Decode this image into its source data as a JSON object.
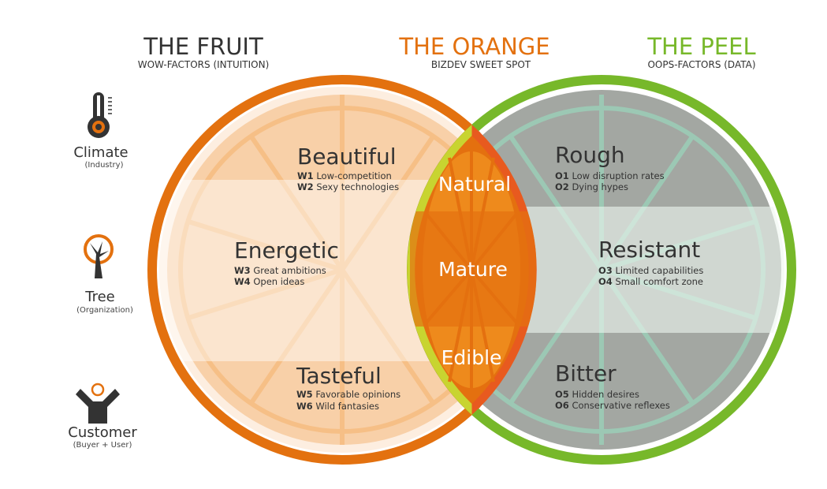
{
  "colors": {
    "orange": "#e3710f",
    "green": "#77b82a",
    "fruit": "#f8d0a8",
    "peel": "#a3a7a2",
    "lens": "#e4700f",
    "text": "#333333"
  },
  "headers": [
    {
      "title": "THE FRUIT",
      "subtitle": "WOW-FACTORS (INTUITION)"
    },
    {
      "title": "THE ORANGE",
      "subtitle": "BIZDEV SWEET SPOT"
    },
    {
      "title": "THE PEEL",
      "subtitle": "OOPS-FACTORS (DATA)"
    }
  ],
  "rows": [
    {
      "icon": "thermometer-icon",
      "label": "Climate",
      "sub": "(Industry)"
    },
    {
      "icon": "tree-icon",
      "label": "Tree",
      "sub": "(Organization)"
    },
    {
      "icon": "customer-icon",
      "label": "Customer",
      "sub": "(Buyer + User)"
    }
  ],
  "fruit": [
    {
      "title": "Beautiful",
      "items": [
        {
          "code": "W1",
          "text": "Low-competition"
        },
        {
          "code": "W2",
          "text": "Sexy technologies"
        }
      ]
    },
    {
      "title": "Energetic",
      "items": [
        {
          "code": "W3",
          "text": "Great ambitions"
        },
        {
          "code": "W4",
          "text": "Open ideas"
        }
      ]
    },
    {
      "title": "Tasteful",
      "items": [
        {
          "code": "W5",
          "text": "Favorable opinions"
        },
        {
          "code": "W6",
          "text": "Wild fantasies"
        }
      ]
    }
  ],
  "orange": [
    "Natural",
    "Mature",
    "Edible"
  ],
  "peel": [
    {
      "title": "Rough",
      "items": [
        {
          "code": "O1",
          "text": "Low disruption rates"
        },
        {
          "code": "O2",
          "text": "Dying hypes"
        }
      ]
    },
    {
      "title": "Resistant",
      "items": [
        {
          "code": "O3",
          "text": "Limited capabilities"
        },
        {
          "code": "O4",
          "text": "Small comfort zone"
        }
      ]
    },
    {
      "title": "Bitter",
      "items": [
        {
          "code": "O5",
          "text": "Hidden desires"
        },
        {
          "code": "O6",
          "text": "Conservative reflexes"
        }
      ]
    }
  ]
}
